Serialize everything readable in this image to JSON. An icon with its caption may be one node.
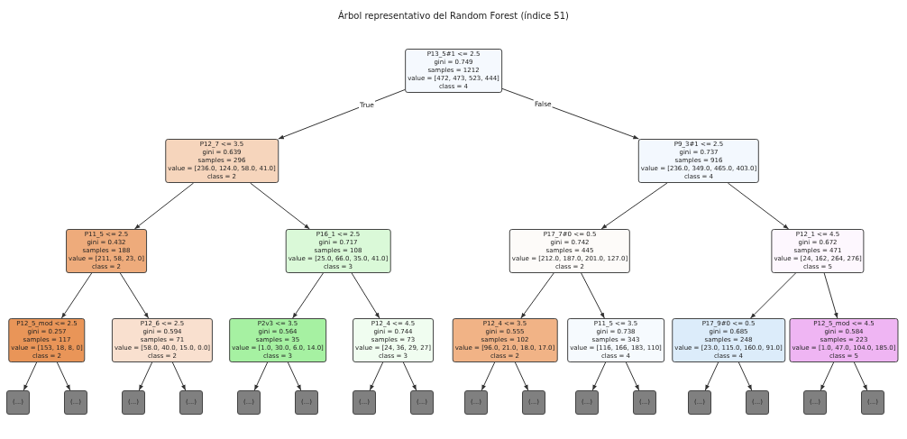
{
  "diagram": {
    "title": "Árbol representativo del Random Forest (índice 51)",
    "nodes": [
      {
        "text": [
          "P13_5#1 <= 2.5",
          "gini = 0.749",
          "samples = 1212",
          "value = [472, 473, 523, 444]",
          "class = 4"
        ]
      },
      {
        "text": [
          "P12_7 <= 3.5",
          "gini = 0.639",
          "samples = 296",
          "value = [236.0, 124.0, 58.0, 41.0]",
          "class = 2"
        ]
      },
      {
        "text": [
          "P9_3#1 <= 2.5",
          "gini = 0.737",
          "samples = 916",
          "value = [236.0, 349.0, 465.0, 403.0]",
          "class = 4"
        ]
      },
      {
        "text": [
          "P11_5 <= 2.5",
          "gini = 0.432",
          "samples = 188",
          "value = [211, 58, 23, 0]",
          "class = 2"
        ]
      },
      {
        "text": [
          "P16_1 <= 2.5",
          "gini = 0.717",
          "samples = 108",
          "value = [25.0, 66.0, 35.0, 41.0]",
          "class = 3"
        ]
      },
      {
        "text": [
          "P17_7#0 <= 0.5",
          "gini = 0.742",
          "samples = 445",
          "value = [212.0, 187.0, 201.0, 127.0]",
          "class = 2"
        ]
      },
      {
        "text": [
          "P12_1 <= 4.5",
          "gini = 0.672",
          "samples = 471",
          "value = [24, 162, 264, 276]",
          "class = 5"
        ]
      },
      {
        "text": [
          "P12_5_mod <= 2.5",
          "gini = 0.257",
          "samples = 117",
          "value = [153, 18, 8, 0]",
          "class = 2"
        ]
      },
      {
        "text": [
          "P12_6 <= 2.5",
          "gini = 0.594",
          "samples = 71",
          "value = [58.0, 40.0, 15.0, 0.0]",
          "class = 2"
        ]
      },
      {
        "text": [
          "P2v3 <= 3.5",
          "gini = 0.564",
          "samples = 35",
          "value = [1.0, 30.0, 6.0, 14.0]",
          "class = 3"
        ]
      },
      {
        "text": [
          "P12_4 <= 4.5",
          "gini = 0.744",
          "samples = 73",
          "value = [24, 36, 29, 27]",
          "class = 3"
        ]
      },
      {
        "text": [
          "P12_4 <= 3.5",
          "gini = 0.555",
          "samples = 102",
          "value = [96.0, 21.0, 18.0, 17.0]",
          "class = 2"
        ]
      },
      {
        "text": [
          "P11_5 <= 3.5",
          "gini = 0.738",
          "samples = 343",
          "value = [116, 166, 183, 110]",
          "class = 4"
        ]
      },
      {
        "text": [
          "P17_9#0 <= 0.5",
          "gini = 0.685",
          "samples = 248",
          "value = [23.0, 115.0, 160.0, 91.0]",
          "class = 4"
        ]
      },
      {
        "text": [
          "P12_5_mod <= 4.5",
          "gini = 0.584",
          "samples = 223",
          "value = [1.0, 47.0, 104.0, 185.0]",
          "class = 5"
        ]
      },
      {
        "text": [
          "(...)"
        ]
      },
      {
        "text": [
          "(...)"
        ]
      },
      {
        "text": [
          "(...)"
        ]
      },
      {
        "text": [
          "(...)"
        ]
      },
      {
        "text": [
          "(...)"
        ]
      },
      {
        "text": [
          "(...)"
        ]
      },
      {
        "text": [
          "(...)"
        ]
      },
      {
        "text": [
          "(...)"
        ]
      },
      {
        "text": [
          "(...)"
        ]
      },
      {
        "text": [
          "(...)"
        ]
      },
      {
        "text": [
          "(...)"
        ]
      },
      {
        "text": [
          "(...)"
        ]
      },
      {
        "text": [
          "(...)"
        ]
      },
      {
        "text": [
          "(...)"
        ]
      },
      {
        "text": [
          "(...)"
        ]
      },
      {
        "text": [
          "(...)"
        ]
      }
    ],
    "edges": [
      {
        "from": 0,
        "to": 1,
        "arrow": "to",
        "label": "True"
      },
      {
        "from": 0,
        "to": 2,
        "arrow": "to",
        "label": "False"
      },
      {
        "from": 1,
        "to": 3,
        "arrow": "to"
      },
      {
        "from": 1,
        "to": 4,
        "arrow": "to"
      },
      {
        "from": 2,
        "to": 5,
        "arrow": "to"
      },
      {
        "from": 2,
        "to": 6,
        "arrow": "to"
      },
      {
        "from": 3,
        "to": 7,
        "arrow": "to"
      },
      {
        "from": 3,
        "to": 8,
        "arrow": "to"
      },
      {
        "from": 4,
        "to": 9,
        "arrow": "to"
      },
      {
        "from": 4,
        "to": 10,
        "arrow": "to"
      },
      {
        "from": 5,
        "to": 11,
        "arrow": "to"
      },
      {
        "from": 5,
        "to": 12,
        "arrow": "to"
      },
      {
        "from": 6,
        "to": 13,
        "arrow": "to"
      },
      {
        "from": 6,
        "to": 14,
        "arrow": "to"
      },
      {
        "from": 7,
        "to": 15,
        "arrow": "to"
      },
      {
        "from": 7,
        "to": 16,
        "arrow": "to"
      },
      {
        "from": 8,
        "to": 17,
        "arrow": "to"
      },
      {
        "from": 8,
        "to": 18,
        "arrow": "to"
      },
      {
        "from": 9,
        "to": 19,
        "arrow": "to"
      },
      {
        "from": 9,
        "to": 20,
        "arrow": "to"
      },
      {
        "from": 10,
        "to": 21,
        "arrow": "to"
      },
      {
        "from": 10,
        "to": 22,
        "arrow": "to"
      },
      {
        "from": 11,
        "to": 23,
        "arrow": "to"
      },
      {
        "from": 11,
        "to": 24,
        "arrow": "to"
      },
      {
        "from": 12,
        "to": 25,
        "arrow": "to"
      },
      {
        "from": 12,
        "to": 26,
        "arrow": "to"
      },
      {
        "from": 13,
        "to": 27,
        "arrow": "to"
      },
      {
        "from": 13,
        "to": 28,
        "arrow": "to"
      },
      {
        "from": 14,
        "to": 29,
        "arrow": "to"
      },
      {
        "from": 14,
        "to": 30,
        "arrow": "to"
      }
    ]
  }
}
